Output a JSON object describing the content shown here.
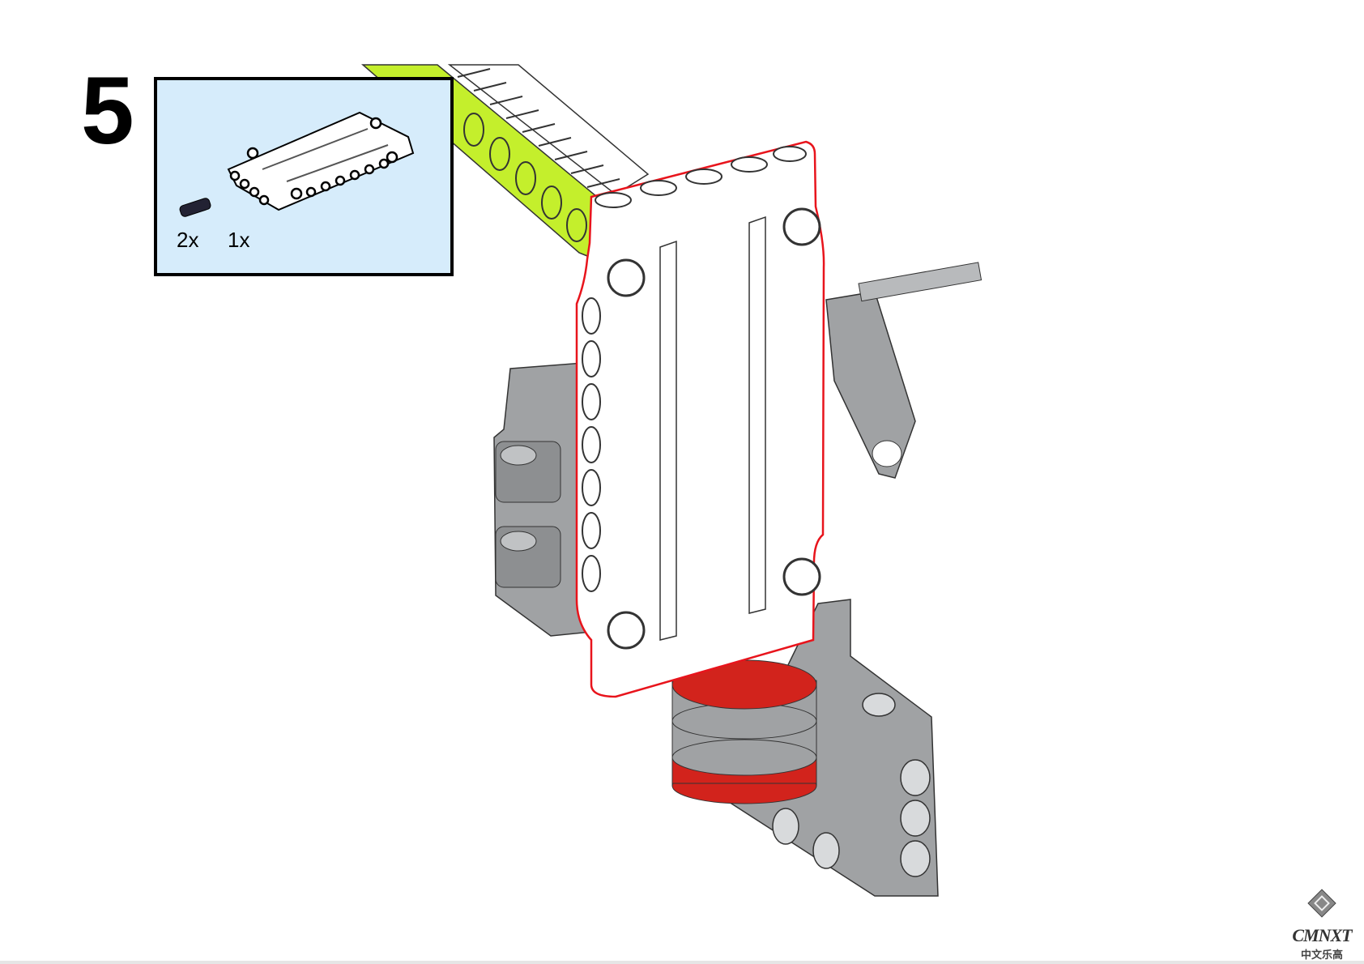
{
  "step": {
    "number": "5"
  },
  "parts_list": {
    "items": [
      {
        "name": "connector-peg",
        "quantity": "2x"
      },
      {
        "name": "white-panel",
        "quantity": "1x"
      }
    ]
  },
  "logo": {
    "text": "CMNXT",
    "subtitle": "中文乐高"
  },
  "colors": {
    "parts_box_bg": "#d6ecfb",
    "highlight": "#e8141c",
    "lime": "#c4ef2c",
    "gray": "#a0a2a4",
    "red": "#d2231c"
  }
}
